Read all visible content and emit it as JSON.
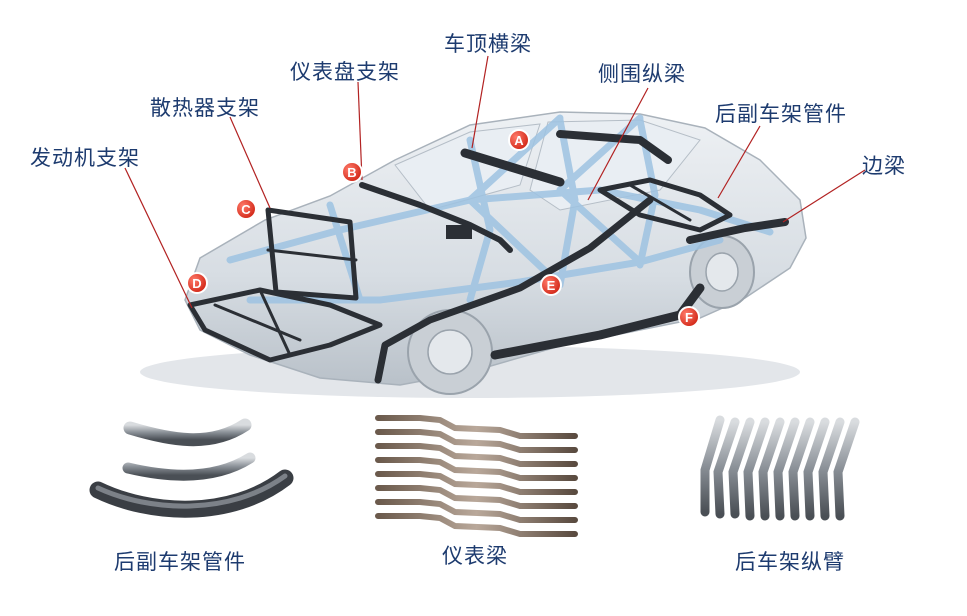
{
  "labels": {
    "roof_crossbeam": "车顶横梁",
    "dashboard_bracket": "仪表盘支架",
    "side_frame_rail": "侧围纵梁",
    "radiator_bracket": "散热器支架",
    "rear_subframe_tube": "后副车架管件",
    "engine_bracket": "发动机支架",
    "side_beam": "边梁"
  },
  "markers": [
    "A",
    "B",
    "C",
    "D",
    "E",
    "F"
  ],
  "captions": {
    "rear_subframe_tube": "后副车架管件",
    "instrument_beam": "仪表梁",
    "rear_frame_trailing_arm": "后车架纵臂"
  },
  "colors": {
    "label_text": "#1d3b6f",
    "marker_fill": "#e53322",
    "leader_line": "#b22222",
    "car_body": "#cfd6dd",
    "frame_blue": "#9ec3e2",
    "metal_dark": "#2b2f35"
  }
}
